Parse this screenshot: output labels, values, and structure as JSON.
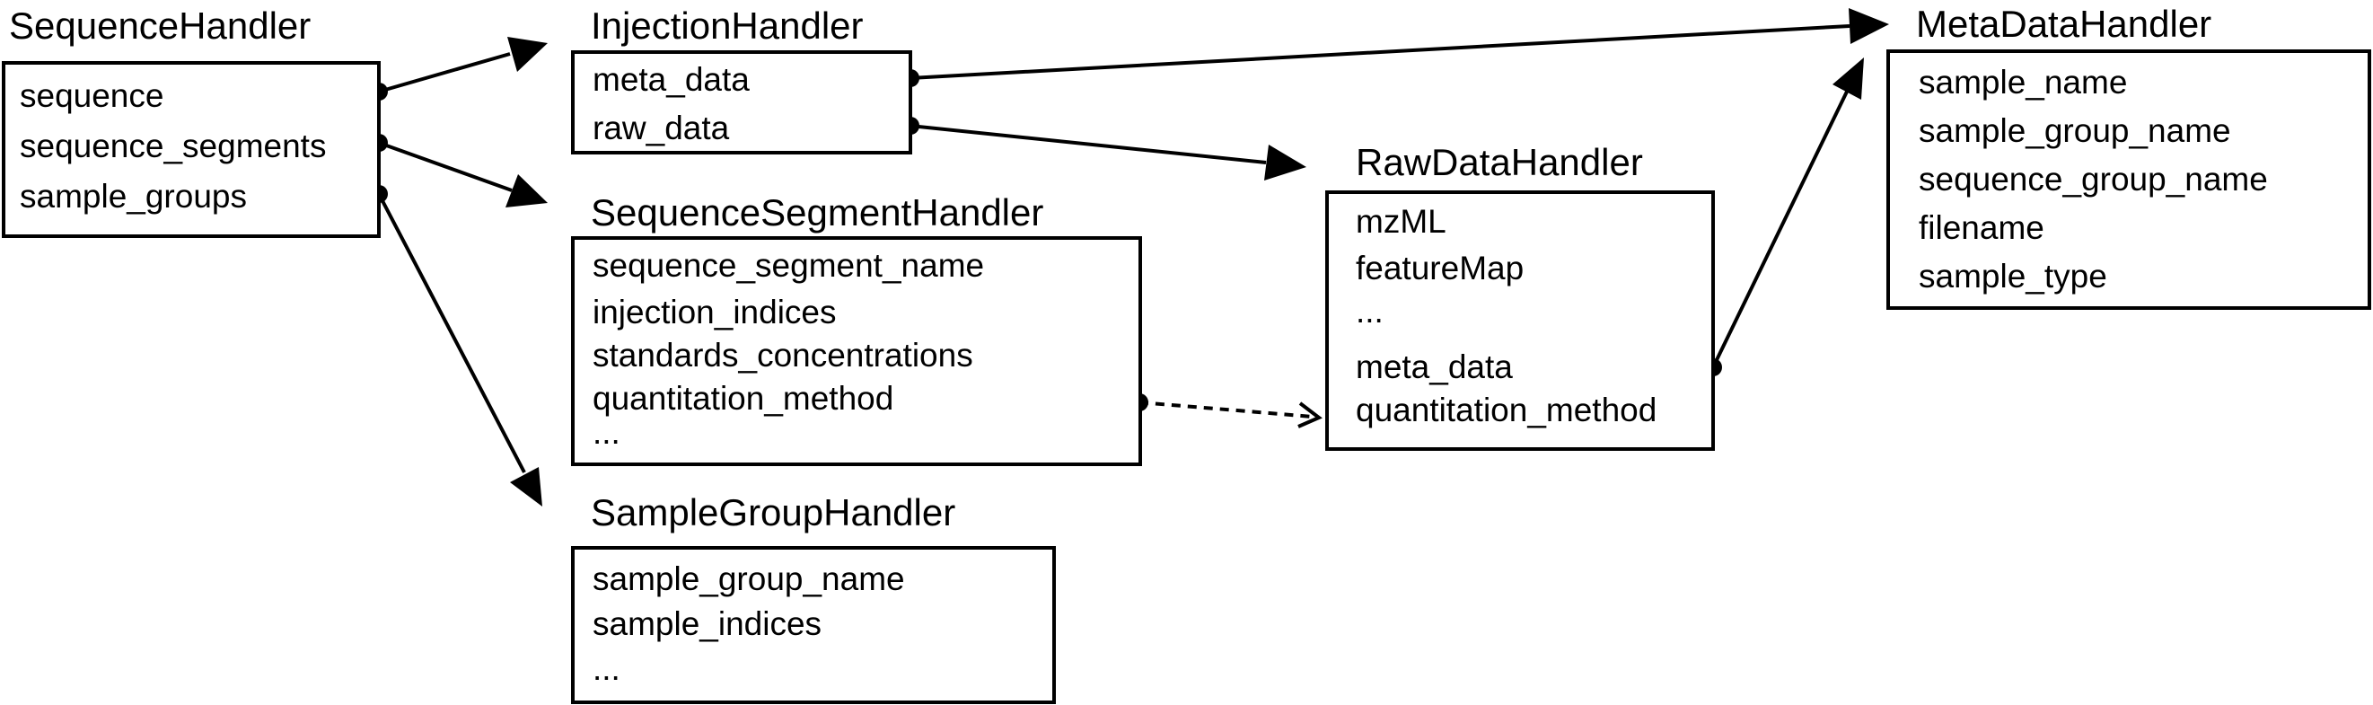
{
  "handlers": {
    "sequence": {
      "title": "SequenceHandler",
      "fields": [
        "sequence",
        "sequence_segments",
        "sample_groups"
      ]
    },
    "injection": {
      "title": "InjectionHandler",
      "fields": [
        "meta_data",
        "raw_data"
      ]
    },
    "sequence_segment": {
      "title": "SequenceSegmentHandler",
      "fields": [
        "sequence_segment_name",
        "injection_indices",
        "standards_concentrations",
        "quantitation_method",
        "..."
      ]
    },
    "sample_group": {
      "title": "SampleGroupHandler",
      "fields": [
        "sample_group_name",
        "sample_indices",
        "..."
      ]
    },
    "raw_data": {
      "title": "RawDataHandler",
      "fields": [
        "mzML",
        "featureMap",
        "...",
        "meta_data",
        "quantitation_method"
      ]
    },
    "meta_data": {
      "title": "MetaDataHandler",
      "fields": [
        "sample_name",
        "sample_group_name",
        "sequence_group_name",
        "filename",
        "sample_type"
      ]
    }
  },
  "connections": [
    {
      "from": "sequence.sequence",
      "to": "injection",
      "style": "solid"
    },
    {
      "from": "sequence.sequence_segments",
      "to": "sequence_segment",
      "style": "solid"
    },
    {
      "from": "sequence.sample_groups",
      "to": "sample_group",
      "style": "solid"
    },
    {
      "from": "injection.meta_data",
      "to": "meta_data",
      "style": "solid"
    },
    {
      "from": "injection.raw_data",
      "to": "raw_data",
      "style": "solid"
    },
    {
      "from": "raw_data.meta_data",
      "to": "meta_data",
      "style": "solid"
    },
    {
      "from": "sequence_segment.quantitation_method",
      "to": "raw_data.quantitation_method",
      "style": "dashed"
    }
  ]
}
